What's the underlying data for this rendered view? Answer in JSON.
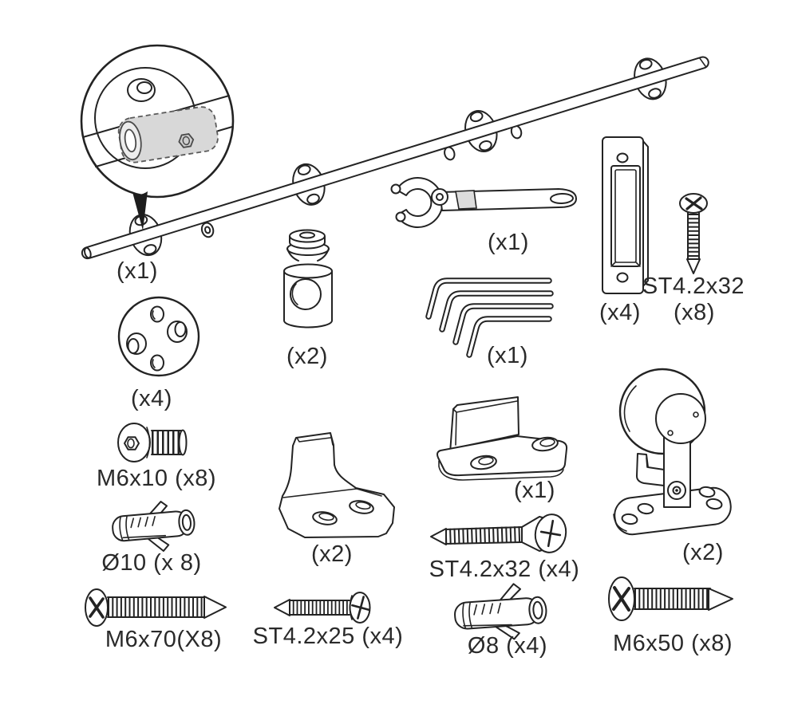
{
  "figure": {
    "kind": "hardware-parts-diagram",
    "background": "#ffffff",
    "line_color": "#232323",
    "text_color": "#2a2a2a",
    "callout_fill": "#d8d8d8",
    "labels": {
      "rail_qty": "(x1)",
      "wrench_qty": "(x1)",
      "flush_pull_qty": "(x4)",
      "screw_st42x32_size": "ST4.2x32",
      "screw_st42x32_qty": "(x8)",
      "door_stop_qty": "(x2)",
      "hex_key_set_qty": "(x1)",
      "end_cap_qty": "(x4)",
      "screw_m6x10": "M6x10 (x8)",
      "anchor_d10": "Ø10 (x 8)",
      "screw_m6x70": "M6x70(X8)",
      "anti_jump_qty": "(x2)",
      "screw_st42x25": "ST4.2x25 (x4)",
      "floor_guide_qty": "(x1)",
      "screw_st42x32_b": "ST4.2x32 (x4)",
      "anchor_d8": "Ø8 (x4)",
      "roller_qty": "(x2)",
      "screw_m6x50": "M6x50 (x8)"
    }
  }
}
